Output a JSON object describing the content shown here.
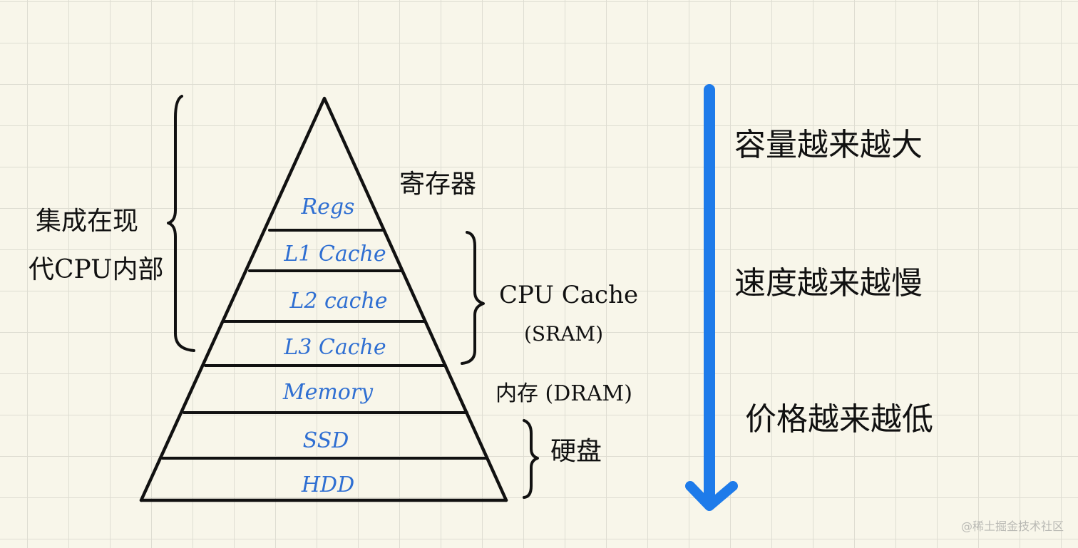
{
  "pyramid_layers": [
    {
      "label": "Regs"
    },
    {
      "label": "L1 Cache"
    },
    {
      "label": "L2 cache"
    },
    {
      "label": "L3 Cache"
    },
    {
      "label": "Memory"
    },
    {
      "label": "SSD"
    },
    {
      "label": "HDD"
    }
  ],
  "annotations": {
    "registers": "寄存器",
    "cpu_internal_line1": "集成在现",
    "cpu_internal_line2": "代CPU内部",
    "cpu_cache_line1": "CPU Cache",
    "cpu_cache_line2": "(SRAM)",
    "memory": "内存 (DRAM)",
    "disk": "硬盘"
  },
  "trend_labels": {
    "capacity": "容量越来越大",
    "speed": "速度越来越慢",
    "price": "价格越来越低"
  },
  "watermark": "@稀土掘金技术社区",
  "colors": {
    "arrow": "#1e7bea",
    "layer_text": "#2f6fd2",
    "ink": "#111111"
  }
}
